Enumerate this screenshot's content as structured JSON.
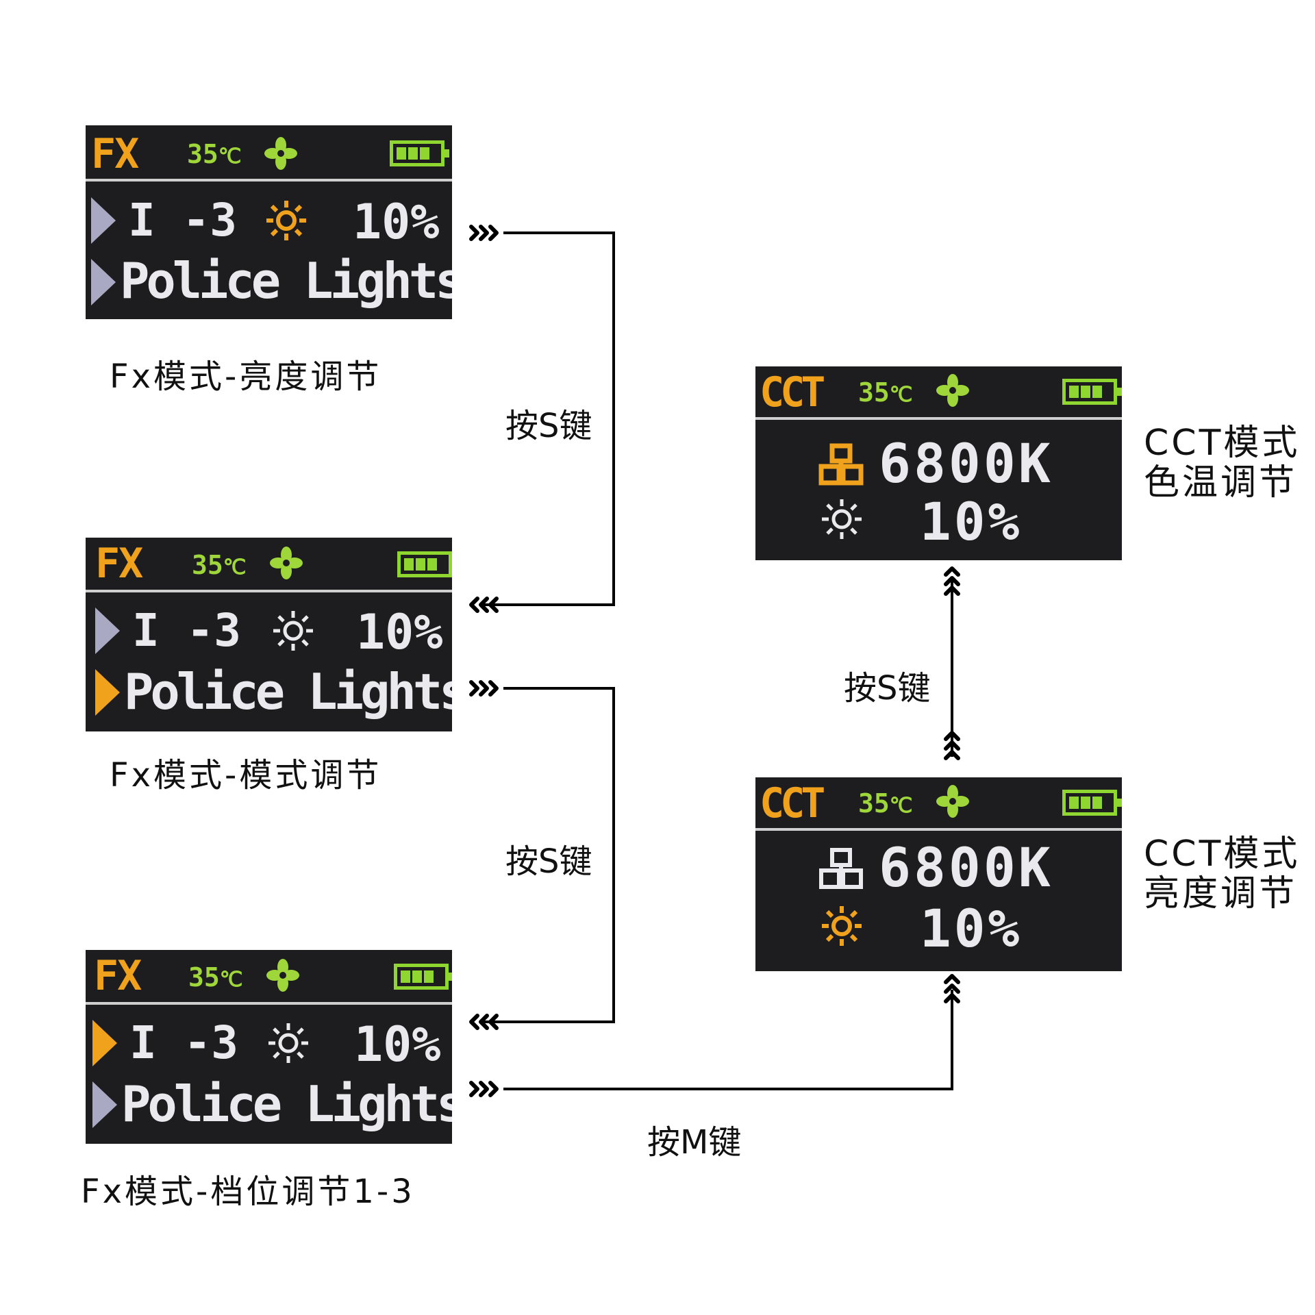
{
  "fx_screens": [
    {
      "mode": "FX",
      "temp": "35",
      "temp_unit": "℃",
      "level": "I -3",
      "brightness": "10%",
      "effect": "Police  Lights",
      "active": "brightness",
      "caption": "Fx模式-亮度调节"
    },
    {
      "mode": "FX",
      "temp": "35",
      "temp_unit": "℃",
      "level": "I -3",
      "brightness": "10%",
      "effect": "Police  Lights",
      "active": "effect",
      "caption": "Fx模式-模式调节"
    },
    {
      "mode": "FX",
      "temp": "35",
      "temp_unit": "℃",
      "level": "I -3",
      "brightness": "10%",
      "effect": "Police  Lights",
      "active": "level",
      "caption": "Fx模式-档位调节1-3"
    }
  ],
  "cct_screens": [
    {
      "mode": "CCT",
      "temp": "35",
      "temp_unit": "℃",
      "kelvin": "6800K",
      "brightness": "10%",
      "active": "kelvin",
      "caption_line1": "CCT模式",
      "caption_line2": "色温调节"
    },
    {
      "mode": "CCT",
      "temp": "35",
      "temp_unit": "℃",
      "kelvin": "6800K",
      "brightness": "10%",
      "active": "brightness",
      "caption_line1": "CCT模式",
      "caption_line2": "亮度调节"
    }
  ],
  "key_labels": {
    "s_key_1": "按S键",
    "s_key_2": "按S键",
    "s_key_3": "按S键",
    "m_key": "按M键"
  },
  "colors": {
    "active": "#f0a21c",
    "inactive": "#a9a9c4",
    "temp": "#9fd63a",
    "battery": "#8fd630",
    "screen_bg": "#1d1d1f"
  },
  "icons": [
    "fan-icon",
    "battery-icon",
    "sun-icon",
    "color-temp-icon",
    "pointer-triangle-icon",
    "triple-chevron-arrow-icon"
  ]
}
